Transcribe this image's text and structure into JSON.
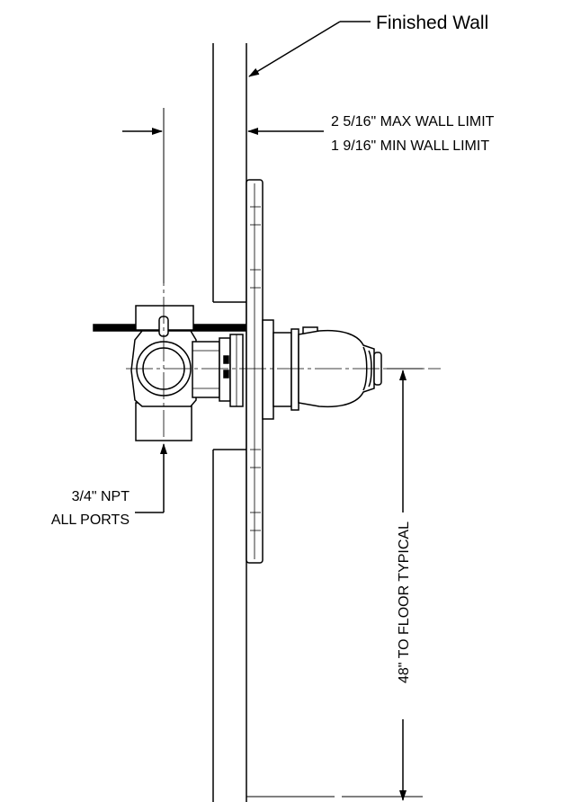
{
  "labels": {
    "finished_wall": "Finished Wall",
    "max_wall_limit": "2 5/16\" MAX WALL  LIMIT",
    "min_wall_limit": "1 9/16\" MIN WALL LIMIT",
    "npt_line1": "3/4\" NPT",
    "npt_line2": "ALL PORTS",
    "floor_height": "48\" TO FLOOR TYPICAL"
  },
  "colors": {
    "ink": "#000000",
    "paper": "#ffffff"
  }
}
